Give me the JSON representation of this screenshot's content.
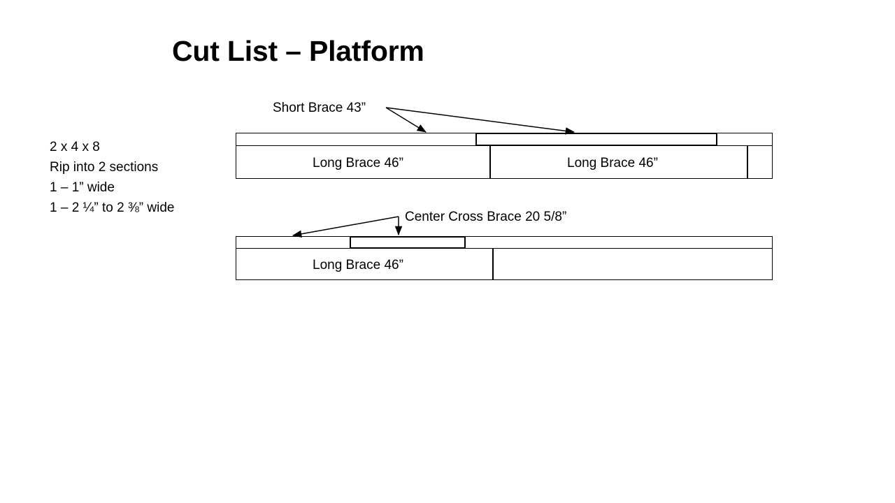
{
  "slide": {
    "title": "Cut List – Platform",
    "background_color": "#ffffff",
    "text_color": "#000000"
  },
  "notes": {
    "lines": [
      "2 x 4 x 8",
      "Rip into 2 sections",
      "1 – 1” wide",
      "1 – 2 ¼” to 2 ⅜” wide"
    ]
  },
  "diagram_top": {
    "callout_label": "Short Brace 43”",
    "cell_labels": [
      "Long Brace 46”",
      "Long Brace 46”"
    ]
  },
  "diagram_bottom": {
    "callout_label": "Center Cross Brace 20 5/8”",
    "cell_labels": [
      "Long Brace 46”"
    ]
  }
}
